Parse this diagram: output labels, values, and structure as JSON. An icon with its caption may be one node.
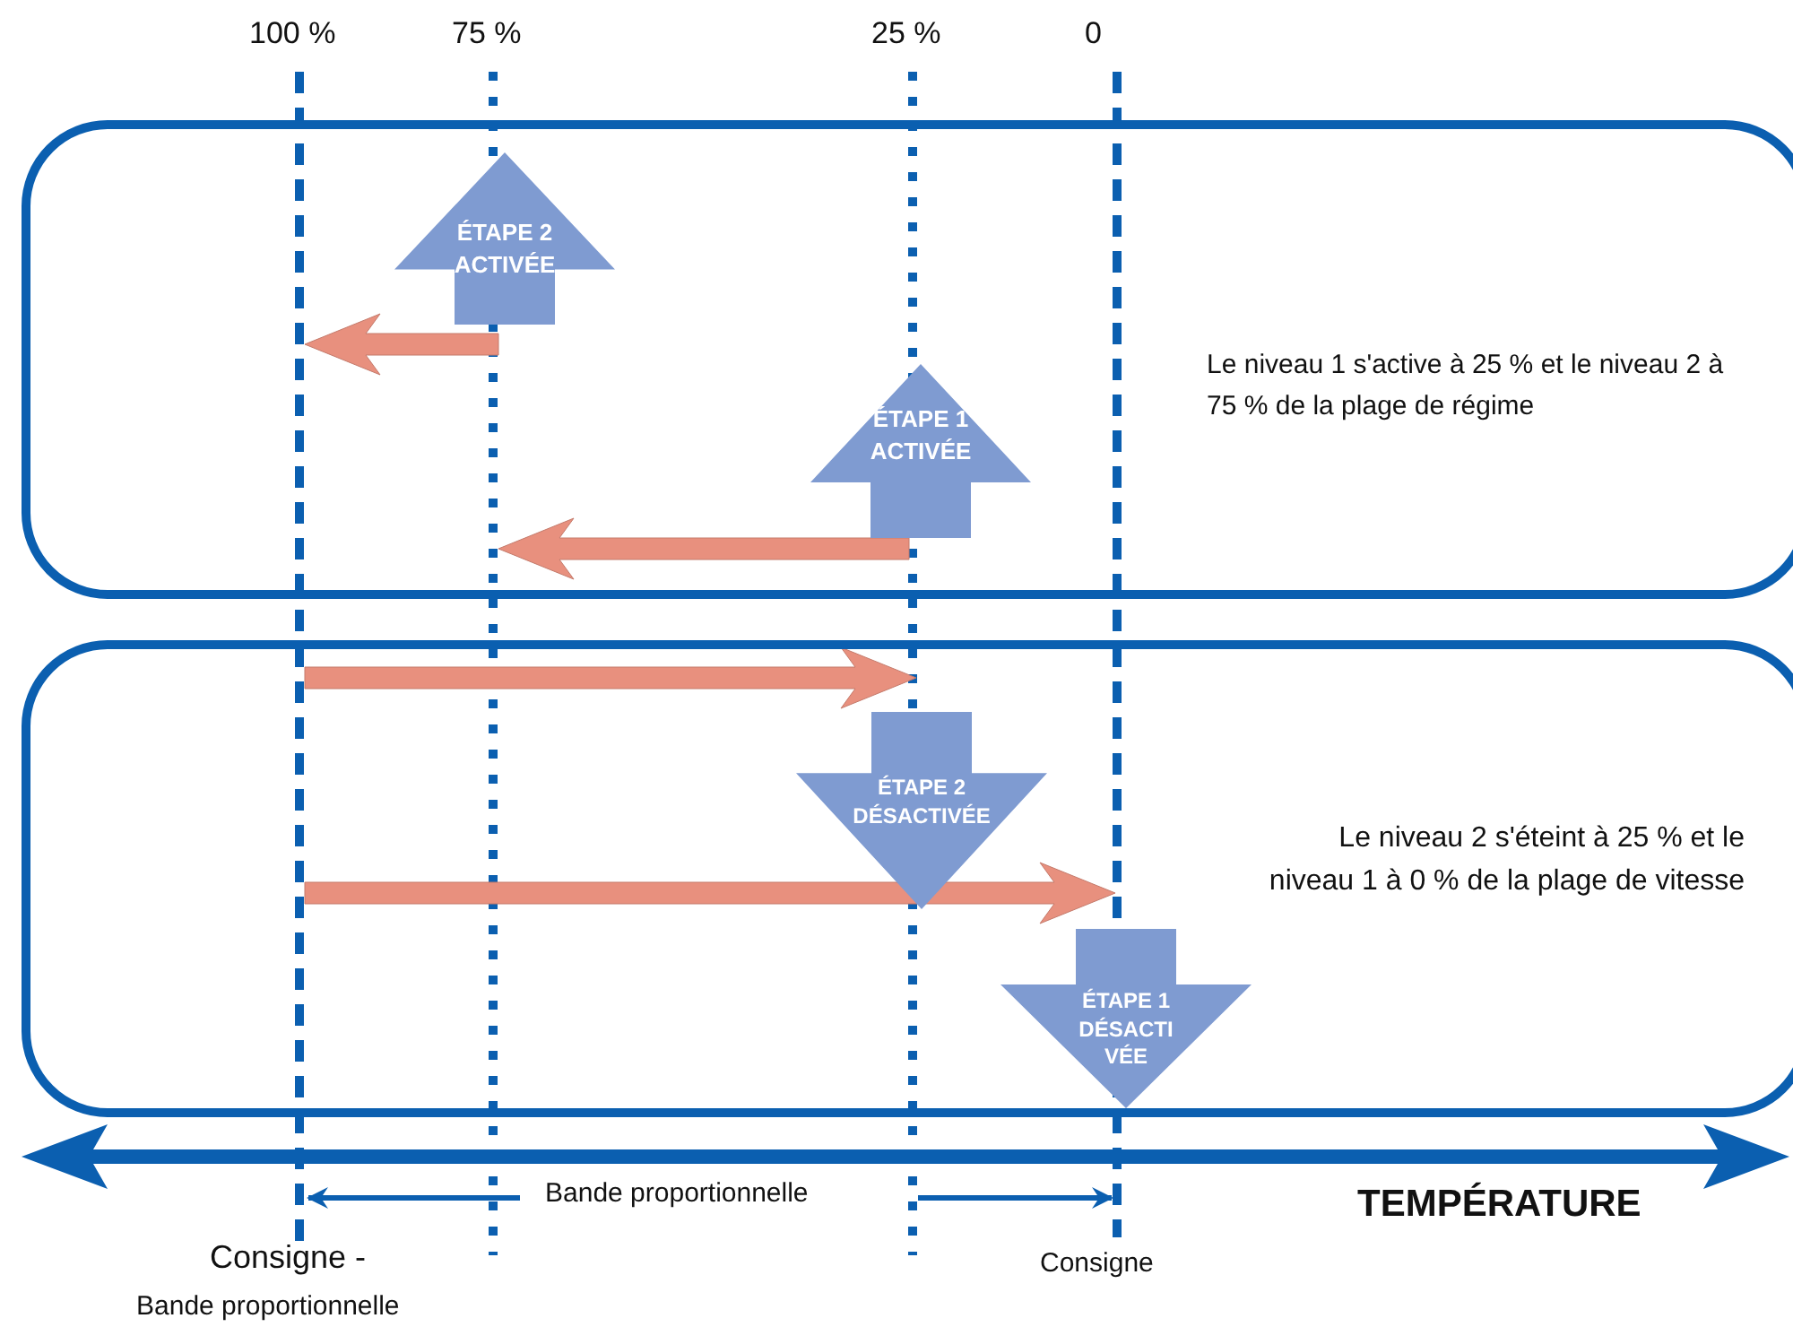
{
  "diagram": {
    "nodes": [
      {
        "text": [
          "Le niveau 1 s'active à 25 % et le niveau 2 à 75 % de la plage de régime"
        ]
      },
      {
        "text": [
          "ÉTAPE 2 ACTIVÉE"
        ],
        "in": 0
      },
      {
        "text": [
          "ÉTAPE 1 ACTIVÉE"
        ],
        "in": 0
      },
      {
        "text": [
          "Le niveau 2 s'éteint à 25 % et le niveau 1 à 0 % de la plage de vitesse"
        ]
      },
      {
        "text": [
          "ÉTAPE 2 DÉSACTIVÉE"
        ],
        "in": 3
      },
      {
        "text": [
          "ÉTAPE 1 DÉSACTIVÉE"
        ],
        "in": 3
      }
    ],
    "edges": [],
    "labels": [
      "100 %",
      "75 %",
      "25 %",
      "0",
      "Bande proportionnelle",
      "TEMPÉRATURE",
      "Consigne -",
      "Bande proportionnelle",
      "Consigne"
    ]
  }
}
